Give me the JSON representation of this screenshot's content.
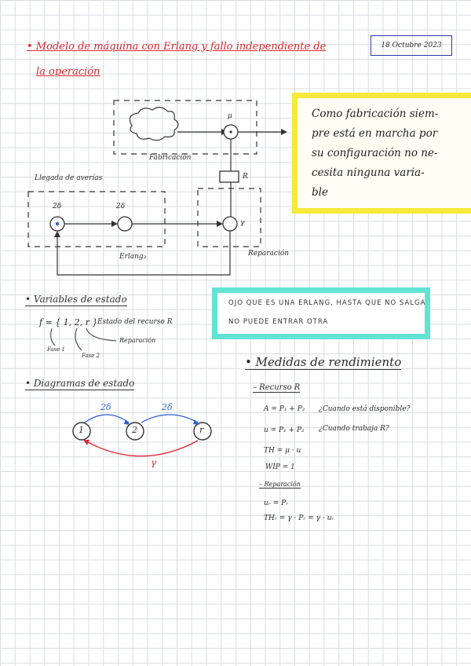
{
  "header": {
    "title_line1": "• Modelo de máquina con Erlang y fallo independiente de",
    "title_line2": "la operación",
    "date": "18 Octubre 2023"
  },
  "diagram": {
    "fabricacion_label": "Fabricación",
    "mu_label": "μ",
    "r_label": "R",
    "llegada_label": "Llegada de averías",
    "node1_rate": "2δ",
    "node2_rate": "2δ",
    "gamma_label": "γ",
    "erlang_label": "Erlang₂",
    "reparacion_label": "Reparación"
  },
  "yellow_note": {
    "lines": [
      "Como fabricación siem-",
      "pre está en marcha por",
      "su configuración no ne-",
      "cesita ninguna varia-",
      "ble"
    ]
  },
  "teal_note": {
    "lines": [
      "OJO QUE ES UNA ERLANG, HASTA QUE NO SALGA",
      "NO PUEDE ENTRAR OTRA"
    ]
  },
  "variables": {
    "heading": "• Variables de estado",
    "formula": "f = { 1, 2, r }",
    "description": "Estado del recurso R",
    "arrow_fase1": "Fase 1",
    "arrow_fase2": "Fase 2",
    "arrow_rep": "Reparación"
  },
  "states": {
    "heading": "• Diagramas de estado",
    "s1": "1",
    "s2": "2",
    "sr": "r",
    "rate12": "2δ",
    "rate2r": "2δ",
    "rate_back": "γ"
  },
  "medidas": {
    "heading": "• Medidas de rendimiento",
    "recurso_heading": "– Recurso R",
    "A_formula": "A = P₁ + P₂",
    "A_question": "¿Cuando está disponible?",
    "u_formula": "u = P₁ + P₂",
    "u_question": "¿Cuando trabaja R?",
    "th": "TH = μ · u",
    "wip": "WIP = 1",
    "rep_heading": "– Reparación",
    "ur": "uᵣ = Pᵣ",
    "thr": "THᵣ = γ · Pᵣ = γ · uᵣ"
  },
  "colors": {
    "red": "#e0262d",
    "blue": "#2f5fd6",
    "yellow": "#f5ea3a",
    "teal": "#63e3d4",
    "date_border": "#2b3aa8"
  }
}
